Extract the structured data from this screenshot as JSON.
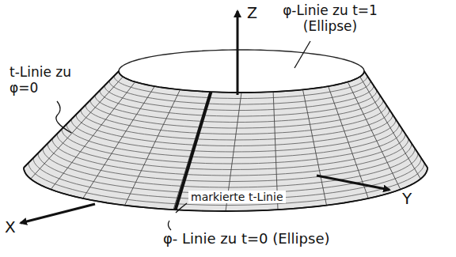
{
  "diagram": {
    "labels": [
      "Z",
      "φ-Linie zu t=1 (Ellipse)",
      "t-Linie zu φ=0",
      "X",
      "Y",
      "markierte t-Linie",
      "φ- Linie zu t=0 (Ellipse)"
    ]
  }
}
